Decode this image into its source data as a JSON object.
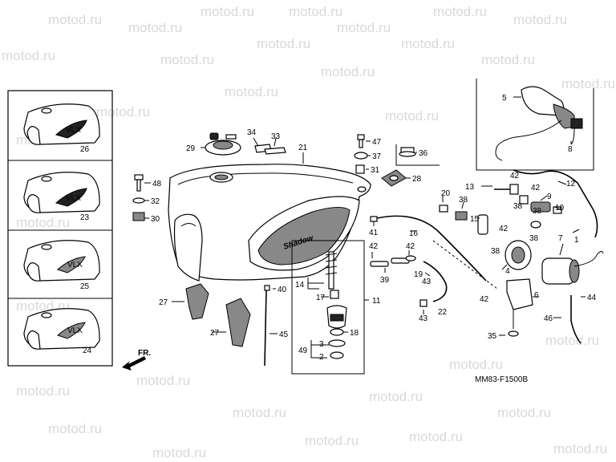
{
  "watermark": "motod.ru",
  "drawing_code": "MM83-F1500B",
  "direction_label": "FR.",
  "tank_logo": "Shadow",
  "variant_logos": [
    "VLX",
    "VLX",
    "VLX",
    "VLX"
  ],
  "callouts": {
    "n1": "1",
    "n2": "2",
    "n3": "3",
    "n4": "4",
    "n5": "5",
    "n6": "6",
    "n7": "7",
    "n8": "8",
    "n9": "9",
    "n10": "10",
    "n11": "11",
    "n12": "12",
    "n13": "13",
    "n14": "14",
    "n15": "15",
    "n16": "16",
    "n17": "17",
    "n18": "18",
    "n19": "19",
    "n20": "20",
    "n21": "21",
    "n22": "22",
    "n23": "23",
    "n24": "24",
    "n25": "25",
    "n26": "26",
    "n27a": "27",
    "n27b": "27",
    "n28": "28",
    "n29": "29",
    "n30": "30",
    "n31": "31",
    "n32": "32",
    "n33": "33",
    "n34": "34",
    "n35": "35",
    "n36": "36",
    "n37": "37",
    "n38a": "38",
    "n38b": "38",
    "n38c": "38",
    "n38d": "38",
    "n39": "39",
    "n40": "40",
    "n41": "41",
    "n42a": "42",
    "n42b": "42",
    "n42c": "42",
    "n42d": "42",
    "n43a": "43",
    "n43b": "43",
    "n44": "44",
    "n45": "45",
    "n46": "46",
    "n47": "47",
    "n48": "48",
    "n49": "49"
  }
}
